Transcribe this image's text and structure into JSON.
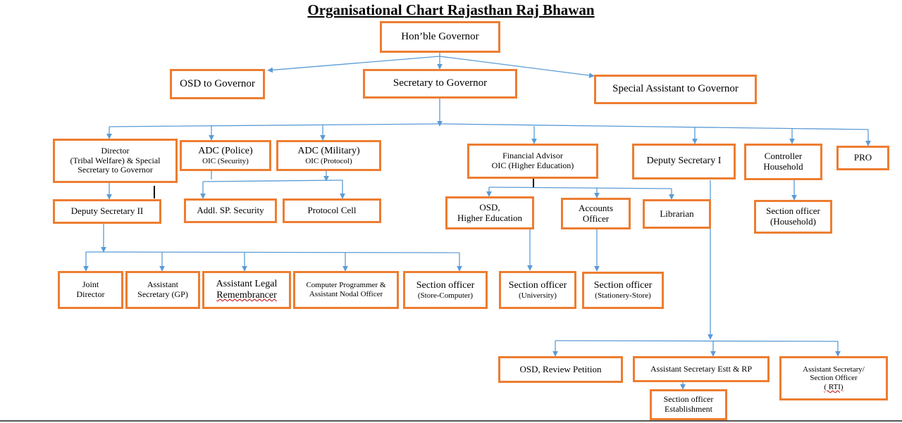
{
  "title": "Organisational Chart Rajasthan Raj Bhawan",
  "colors": {
    "box_border": "#ED7D31",
    "connector": "#5B9BD5"
  },
  "nodes": {
    "governor": [
      "Hon’ble Governor"
    ],
    "osd_governor": [
      "OSD to Governor"
    ],
    "secretary": [
      "Secretary to Governor"
    ],
    "special_assistant": [
      "Special Assistant to Governor"
    ],
    "director": [
      "Director",
      "(Tribal Welfare) & Special",
      "Secretary to Governor"
    ],
    "adc_police": [
      "ADC (Police)",
      "OIC (Security)"
    ],
    "adc_military": [
      "ADC (Military)",
      "OIC (Protocol)"
    ],
    "financial_advisor": [
      "Financial Advisor",
      "OIC (Higher Education)"
    ],
    "deputy_secretary_1": [
      "Deputy Secretary I"
    ],
    "controller_household": [
      "Controller",
      "Household"
    ],
    "pro": [
      "PRO"
    ],
    "deputy_secretary_2": [
      "Deputy Secretary II"
    ],
    "addl_sp": [
      "Addl. SP. Security"
    ],
    "protocol_cell": [
      "Protocol Cell"
    ],
    "osd_higher_ed": [
      "OSD,",
      "Higher Education"
    ],
    "accounts_officer": [
      "Accounts",
      "Officer"
    ],
    "librarian": [
      "Librarian"
    ],
    "so_household": [
      "Section officer",
      "(Household)"
    ],
    "joint_director": [
      "Joint",
      "Director"
    ],
    "asst_secretary_gp": [
      "Assistant",
      "Secretary (GP)"
    ],
    "asst_legal": [
      "Assistant Legal",
      "Remembrancer"
    ],
    "computer_programmer": [
      "Computer Programmer &",
      "Assistant Nodal Officer"
    ],
    "so_store_computer": [
      "Section officer",
      "(Store-Computer)"
    ],
    "so_university": [
      "Section officer",
      "(University)"
    ],
    "so_stationery": [
      "Section officer",
      "(Stationery-Store)"
    ],
    "osd_review": [
      "OSD, Review Petition"
    ],
    "asst_sec_estt": [
      "Assistant Secretary Estt & RP"
    ],
    "asst_sec_rti": [
      "Assistant Secretary/",
      "Section Officer",
      "( RTI)"
    ],
    "so_establishment": [
      "Section officer",
      "Establishment"
    ]
  }
}
